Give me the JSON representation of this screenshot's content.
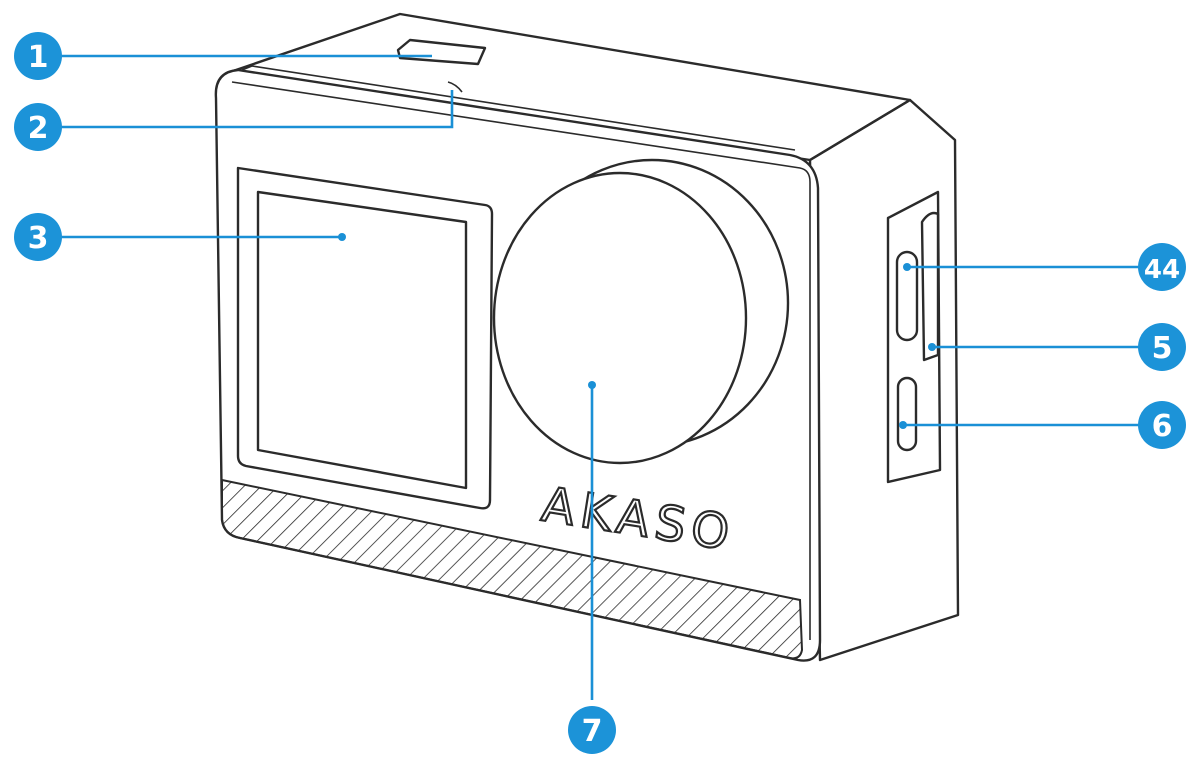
{
  "brand_logo": "AKASO",
  "callouts": [
    {
      "id": "1",
      "label": "1"
    },
    {
      "id": "2",
      "label": "2"
    },
    {
      "id": "3",
      "label": "3"
    },
    {
      "id": "4",
      "label": "44"
    },
    {
      "id": "5",
      "label": "5"
    },
    {
      "id": "6",
      "label": "6"
    },
    {
      "id": "7",
      "label": "7"
    }
  ],
  "colors": {
    "callout": "#1c93d8",
    "outline": "#2b2b2b",
    "background": "#ffffff"
  }
}
